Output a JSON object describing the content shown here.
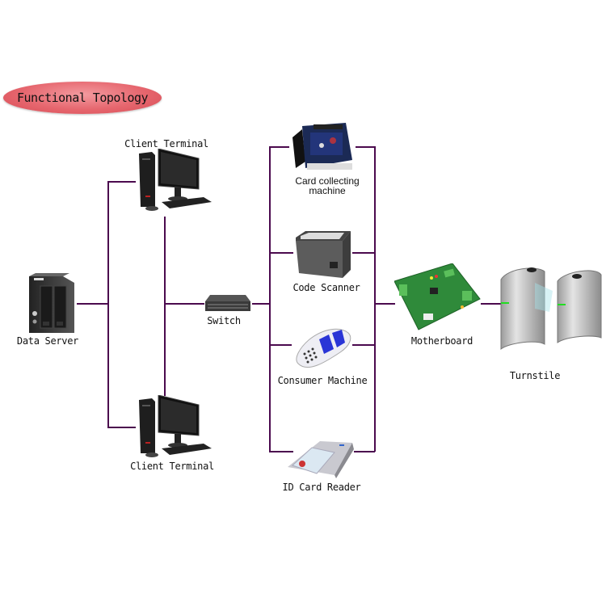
{
  "title": "Functional Topology",
  "colors": {
    "connector": "#4b0a4e",
    "title_pill": "#e6666e"
  },
  "nodes": {
    "data_server": {
      "label": "Data Server",
      "icon": "nas-server-icon"
    },
    "client_terminal_top": {
      "label": "Client Terminal",
      "icon": "desktop-computer-icon"
    },
    "client_terminal_bottom": {
      "label": "Client Terminal",
      "icon": "desktop-computer-icon"
    },
    "switch": {
      "label": "Switch",
      "icon": "network-switch-icon"
    },
    "card_collecting_machine": {
      "label_line1": "Card collecting",
      "label_line2": "machine",
      "icon": "card-collector-icon"
    },
    "code_scanner": {
      "label": "Code Scanner",
      "icon": "code-scanner-icon"
    },
    "consumer_machine": {
      "label": "Consumer Machine",
      "icon": "pos-terminal-icon"
    },
    "id_card_reader": {
      "label": "ID Card Reader",
      "icon": "id-card-reader-icon"
    },
    "motherboard": {
      "label": "Motherboard",
      "icon": "circuit-board-icon"
    },
    "turnstile": {
      "label": "Turnstile",
      "icon": "turnstile-gate-icon"
    }
  },
  "connections": [
    [
      "Data Server",
      "Client Terminal (top)"
    ],
    [
      "Data Server",
      "Client Terminal (bottom)"
    ],
    [
      "Client Terminal",
      "Switch"
    ],
    [
      "Switch",
      "Card collecting machine"
    ],
    [
      "Switch",
      "Code Scanner"
    ],
    [
      "Switch",
      "Consumer Machine"
    ],
    [
      "Switch",
      "ID Card Reader"
    ],
    [
      "Card collecting machine",
      "Motherboard"
    ],
    [
      "Code Scanner",
      "Motherboard"
    ],
    [
      "Consumer Machine",
      "Motherboard"
    ],
    [
      "ID Card Reader",
      "Motherboard"
    ],
    [
      "Motherboard",
      "Turnstile"
    ]
  ]
}
